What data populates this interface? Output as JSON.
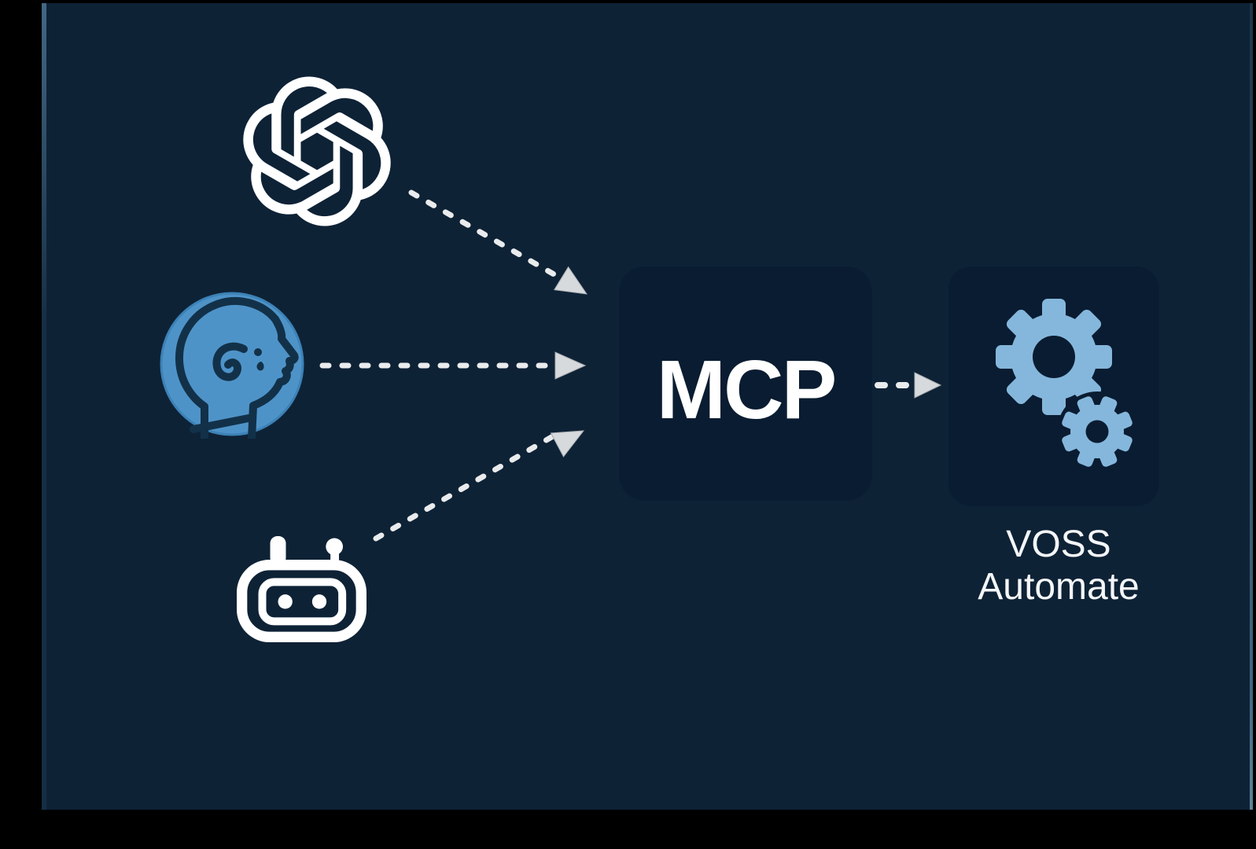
{
  "diagram": {
    "type": "flow",
    "description_visible_text_only": true,
    "sources": [
      {
        "id": "openai",
        "icon": "openai-logo-icon"
      },
      {
        "id": "human",
        "icon": "human-head-icon"
      },
      {
        "id": "chatbot",
        "icon": "chatbot-icon"
      }
    ],
    "nodes": {
      "mcp": {
        "label": "MCP"
      },
      "voss": {
        "label_line1": "VOSS",
        "label_line2": "Automate",
        "icon": "gears-icon"
      }
    },
    "connections": [
      {
        "from": "openai",
        "to": "mcp",
        "style": "dashed-arrow"
      },
      {
        "from": "human",
        "to": "mcp",
        "style": "dashed-arrow"
      },
      {
        "from": "chatbot",
        "to": "mcp",
        "style": "dashed-arrow"
      },
      {
        "from": "mcp",
        "to": "voss",
        "style": "dashed-arrow"
      }
    ],
    "colors": {
      "frame": "#000000",
      "canvas_background": "#0e2236",
      "node_box": "#0a1c31",
      "head_circle_blue": "#4e93c8",
      "head_line_navy": "#123149",
      "gear_blue": "#85b7dc",
      "arrow_dash": "#e9ebed",
      "arrow_head": "#d7dadd",
      "icon_white": "#ffffff",
      "text_white": "#ffffff"
    }
  }
}
